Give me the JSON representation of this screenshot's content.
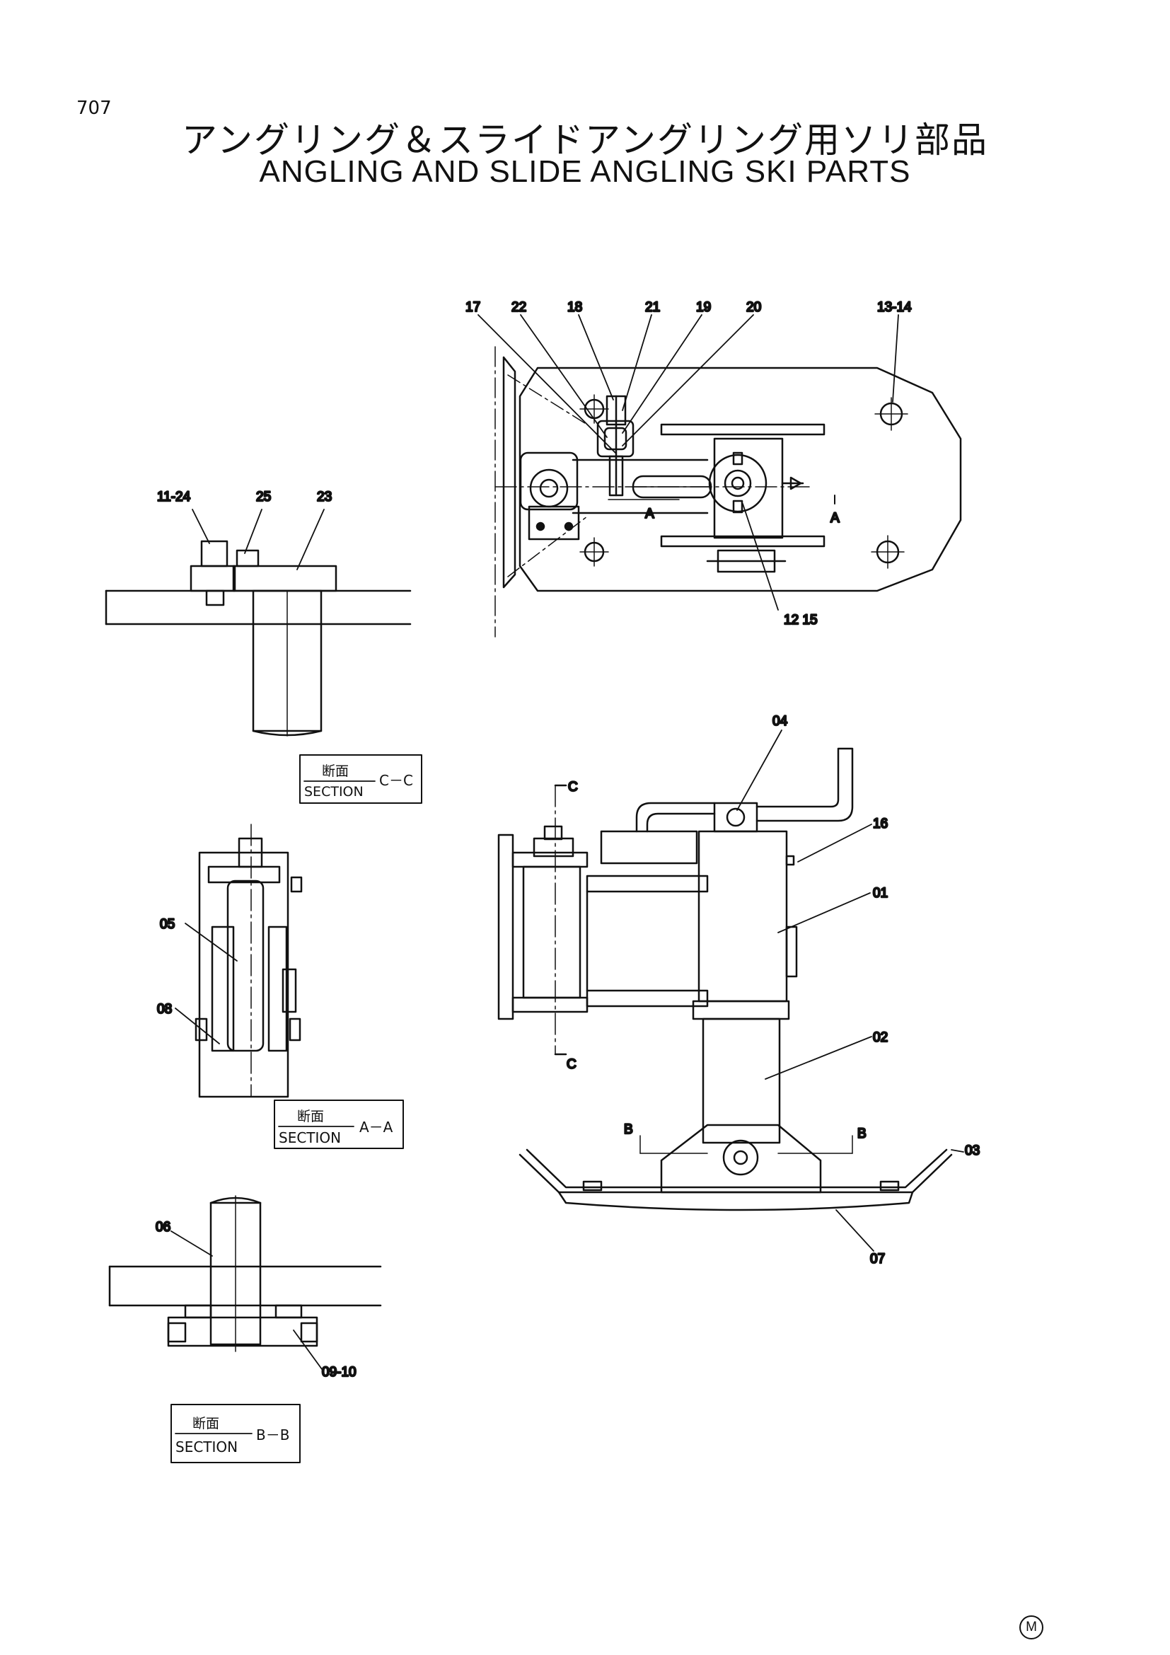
{
  "page_number": "707",
  "title_jp": "アングリング＆スライドアングリング用ソリ部品",
  "title_en": "ANGLING AND SLIDE ANGLING SKI PARTS",
  "callouts": {
    "top_17": "17",
    "top_22": "22",
    "top_18": "18",
    "top_21": "21",
    "top_19": "19",
    "top_20": "20",
    "top_13_14": "13-14",
    "top_12_15": "12 15",
    "c_11_24": "11-24",
    "c_25": "25",
    "c_23": "23",
    "a_05": "05",
    "a_08": "08",
    "b_06": "06",
    "b_09_10": "09-10",
    "m_04": "04",
    "m_16": "16",
    "m_01": "01",
    "m_02": "02",
    "m_03": "03",
    "m_07": "07"
  },
  "section_markers": {
    "a_left": "A",
    "a_right": "A",
    "c_top": "C",
    "c_bottom": "C",
    "b_left": "B",
    "b_right": "B"
  },
  "section_boxes": {
    "cc": {
      "jp": "断面",
      "en": "SECTION",
      "code": "C－C"
    },
    "aa": {
      "jp": "断面",
      "en": "SECTION",
      "code": "A－A"
    },
    "bb": {
      "jp": "断面",
      "en": "SECTION",
      "code": "B－B"
    }
  },
  "corner_mark": "M"
}
